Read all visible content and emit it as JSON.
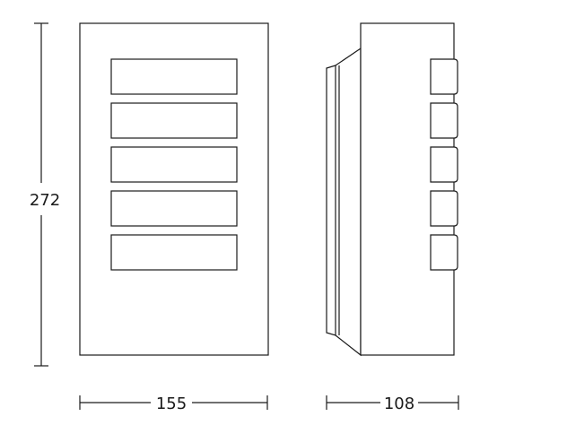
{
  "dimensions": {
    "height": "272",
    "front_width": "155",
    "side_depth": "108"
  },
  "front_view": {
    "button_count": 5
  },
  "side_view": {
    "button_count": 5
  },
  "colors": {
    "stroke": "#1a1a1a",
    "background": "#ffffff"
  }
}
